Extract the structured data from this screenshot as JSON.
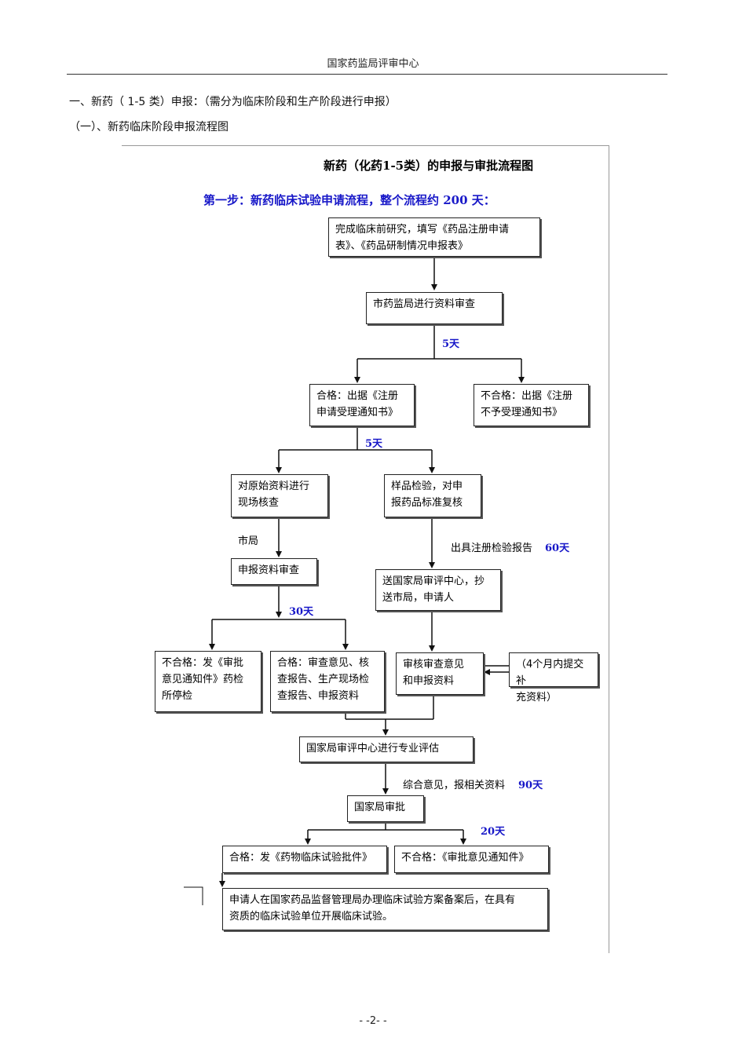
{
  "header": {
    "title": "国家药监局评审中心"
  },
  "section": {
    "heading": "一、新药（ 1-5 类）申报：（需分为临床阶段和生产阶段进行申报）",
    "subheading": "（一）、新药临床阶段申报流程图"
  },
  "flowchart": {
    "title": "新药（化药1-5类）的申报与审批流程图",
    "step1": "第一步：新药临床试验申请流程，整个流程约 200 天：",
    "boxes": {
      "complete_preclinical": "完成临床前研究，填写《药品注册申请\n表》、《药品研制情况申报表》",
      "city_review": "市药监局进行资料审查",
      "accept_notice": "合格：出据《注册\n申请受理通知书》",
      "reject_notice": "不合格：出据《注册\n不予受理通知书》",
      "onsite_check": "对原始资料进行\n现场核查",
      "sample_test": "样品检验，对申\n报药品标准复核",
      "doc_review": "申报资料审查",
      "send_center": "送国家局审评中心，抄\n送市局，申请人",
      "fail_opinion": "不合格：发《审批\n意见通知件》药检\n所停检",
      "pass_opinion": "合格：审查意见、核\n查报告、生产现场检\n查报告、申报资料",
      "audit_opinion": "审核审查意见\n和申报资料",
      "supplement": "（4个月内提交补\n充资料）",
      "center_eval": "国家局审评中心进行专业评估",
      "state_approval": "国家局审批",
      "pass_approval": "合格：发《药物临床试验批件》",
      "fail_approval": "不合格：《审批意见通知件》",
      "final_step": "申请人在国家药品监督管理局办理临床试验方案备案后，在具有\n资质的临床试验单位开展临床试验。"
    },
    "labels": {
      "days_5a": "5天",
      "days_5b": "5天",
      "city_bureau": "市局",
      "issue_report": "出具注册检验报告",
      "days_60": "60天",
      "days_30": "30天",
      "overall_opinion": "综合意见，报相关资料",
      "days_90": "90天",
      "days_20": "20天"
    }
  },
  "footer": {
    "page_number": "- -2- -"
  }
}
